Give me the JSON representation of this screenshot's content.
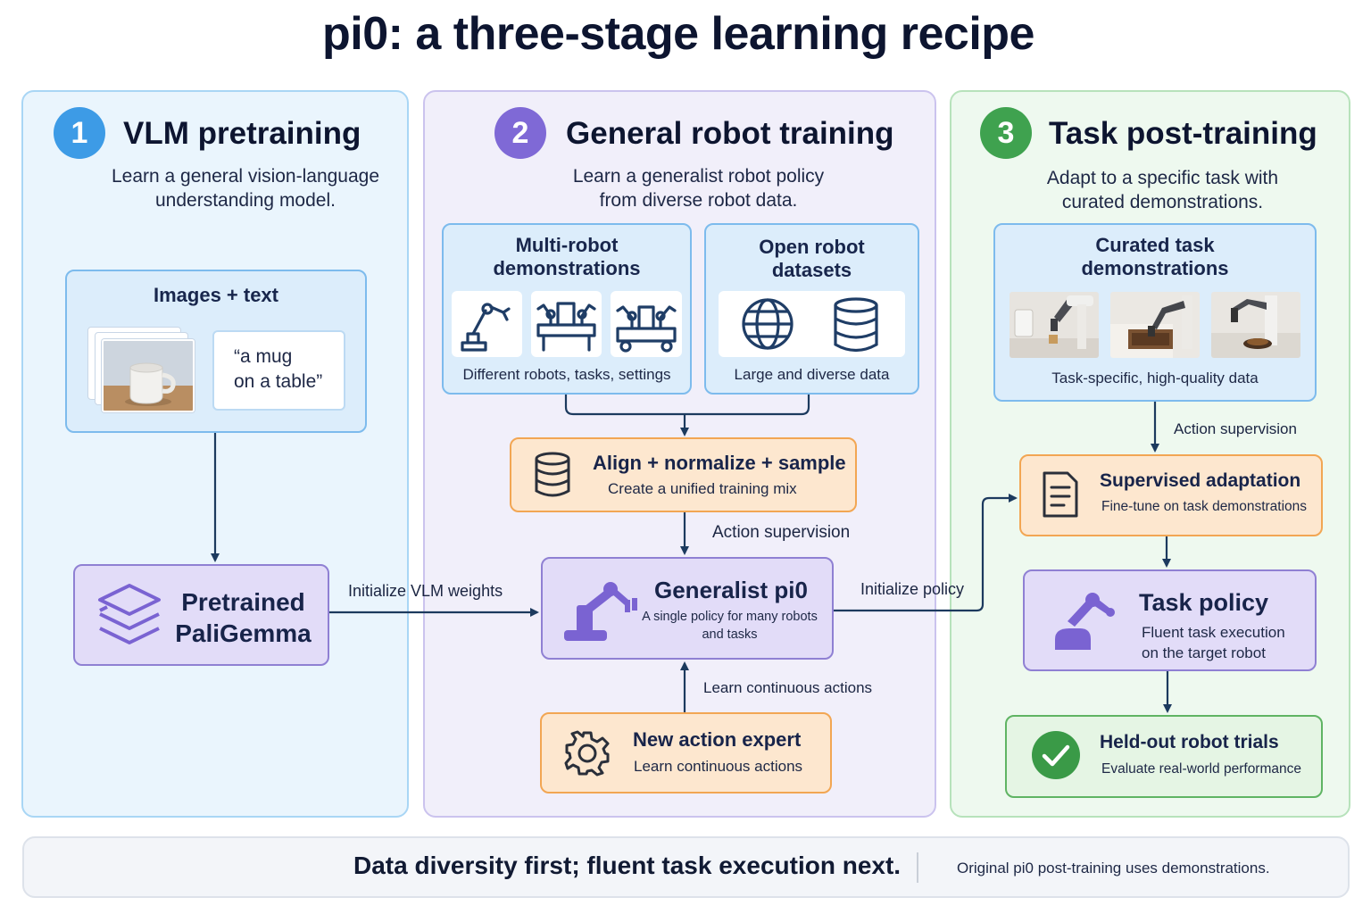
{
  "title": "pi0: a three-stage learning recipe",
  "stage1": {
    "number": "1",
    "title": "VLM pretraining",
    "desc1": "Learn a general vision-language",
    "desc2": "understanding model.",
    "images_text": {
      "heading": "Images + text",
      "quote1": "“a mug",
      "quote2": "on a table”"
    },
    "pretrained": {
      "line1": "Pretrained",
      "line2": "PaliGemma"
    }
  },
  "stage2": {
    "number": "2",
    "title": "General robot training",
    "desc1": "Learn a generalist robot policy",
    "desc2": "from diverse robot data.",
    "multi_robot": {
      "line1": "Multi-robot",
      "line2": "demonstrations",
      "caption": "Different robots, tasks, settings"
    },
    "open_datasets": {
      "line1": "Open robot",
      "line2": "datasets",
      "caption": "Large and diverse data"
    },
    "align": {
      "title": "Align + normalize + sample",
      "sub": "Create a unified training mix"
    },
    "action_supervision": "Action supervision",
    "generalist": {
      "title": "Generalist pi0",
      "sub1": "A single policy for many robots",
      "sub2": "and tasks"
    },
    "learn_continuous_label": "Learn continuous actions",
    "action_expert": {
      "title": "New action expert",
      "sub": "Learn continuous actions"
    }
  },
  "connectors": {
    "init_vlm": "Initialize VLM weights",
    "init_policy": "Initialize policy"
  },
  "stage3": {
    "number": "3",
    "title": "Task post-training",
    "desc1": "Adapt to a specific task with",
    "desc2": "curated demonstrations.",
    "curated": {
      "line1": "Curated task",
      "line2": "demonstrations",
      "caption": "Task-specific, high-quality data"
    },
    "action_supervision": "Action supervision",
    "supervised": {
      "title": "Supervised adaptation",
      "sub": "Fine-tune on task demonstrations"
    },
    "task_policy": {
      "title": "Task policy",
      "sub1": "Fluent task execution",
      "sub2": "on the target robot"
    },
    "heldout": {
      "title": "Held-out robot trials",
      "sub": "Evaluate real-world performance"
    }
  },
  "footer": {
    "main": "Data diversity first; fluent task execution next.",
    "note": "Original pi0 post-training uses demonstrations."
  },
  "colors": {
    "stage1": "#3d9be6",
    "stage2": "#7f69d6",
    "stage3": "#3fa24f",
    "arrow": "#1c3a5e",
    "robot_purple": "#7a63d2",
    "icon_navy": "#1f3d66"
  }
}
